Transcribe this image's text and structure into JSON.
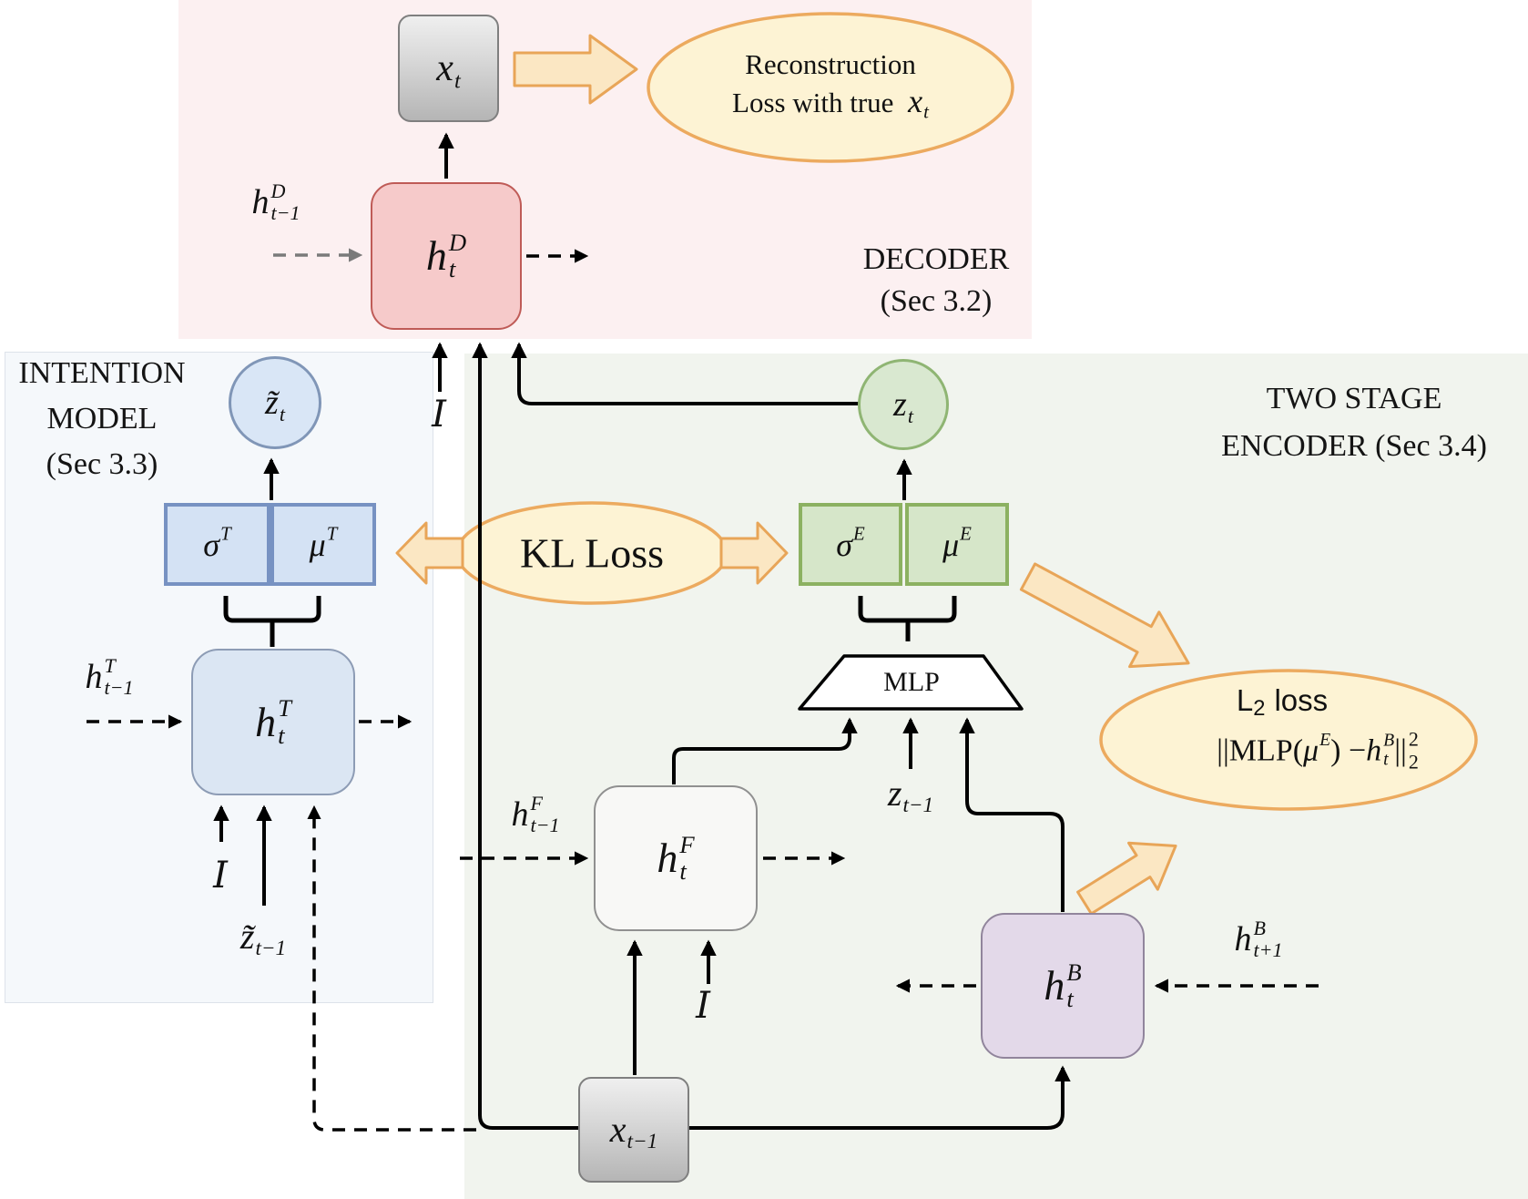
{
  "colors": {
    "decoder_panel_bg": "#fcf0f1",
    "intention_panel_bg": "#f5f8fb",
    "encoder_panel_bg": "#f1f4ee",
    "decoder_node_fill": "#f6caca",
    "decoder_node_border": "#bf5b57",
    "blue_fill": "#d4e2f4",
    "blue_border": "#7792c2",
    "green_fill": "#d6e6c9",
    "green_border": "#8cb161",
    "purple_fill": "#e3d9e9",
    "purple_border": "#91859c",
    "gray_node_border": "#7f7f7f",
    "loss_fill": "#fdf3d4",
    "loss_border": "#ecaa5f",
    "block_arrow_fill": "#fbe7c3",
    "line_color": "#000000",
    "gray_line_color": "#7a7a7a"
  },
  "panels": {
    "decoder": {
      "line1": "DECODER",
      "line2": "(Sec 3.2)"
    },
    "intention": {
      "line1": "INTENTION",
      "line2": "MODEL",
      "line3": "(Sec 3.3)"
    },
    "encoder": {
      "line1": "TWO STAGE",
      "line2": "ENCODER (Sec 3.4)"
    }
  },
  "nodes": {
    "xt": {
      "base": "x",
      "sub": "t"
    },
    "htD": {
      "base": "h",
      "sup": "D",
      "sub": "t"
    },
    "ztilde": {
      "base": "z̃",
      "sub": "t"
    },
    "sigmaT": {
      "base": "σ",
      "sup": "T"
    },
    "muT": {
      "base": "μ",
      "sup": "T"
    },
    "htT": {
      "base": "h",
      "sup": "T",
      "sub": "t"
    },
    "zt": {
      "base": "z",
      "sub": "t"
    },
    "sigmaE": {
      "base": "σ",
      "sup": "E"
    },
    "muE": {
      "base": "μ",
      "sup": "E"
    },
    "mlp": "MLP",
    "htF": {
      "base": "h",
      "sup": "F",
      "sub": "t"
    },
    "htB": {
      "base": "h",
      "sup": "B",
      "sub": "t"
    },
    "xtm1": {
      "base": "x",
      "sub": "t−1"
    }
  },
  "inputs": {
    "htm1D": {
      "base": "h",
      "sup": "D",
      "sub": "t−1"
    },
    "I_decoder": "I",
    "htm1T": {
      "base": "h",
      "sup": "T",
      "sub": "t−1"
    },
    "I_intention": "I",
    "ztilde_tm1": {
      "base": "z̃",
      "sub": "t−1"
    },
    "htm1F": {
      "base": "h",
      "sup": "F",
      "sub": "t−1"
    },
    "I_forward": "I",
    "ztm1": {
      "base": "z",
      "sub": "t−1"
    },
    "htp1B": {
      "base": "h",
      "sup": "B",
      "sub": "t+1"
    }
  },
  "losses": {
    "reconstruction": {
      "line1": "Reconstruction",
      "line2": "Loss with true",
      "x": {
        "base": "x",
        "sub": "t"
      }
    },
    "kl": "KL Loss",
    "l2": {
      "title": {
        "base": "L",
        "sub": "2",
        "suffix": "loss"
      },
      "formula": {
        "p1": "||MLP(",
        "mu": {
          "base": "μ",
          "sup": "E"
        },
        "p2": ") − ",
        "h": {
          "base": "h",
          "sup": "B",
          "sub": "t"
        },
        "p3": "||",
        "sup": "2",
        "sub": "2"
      }
    }
  }
}
